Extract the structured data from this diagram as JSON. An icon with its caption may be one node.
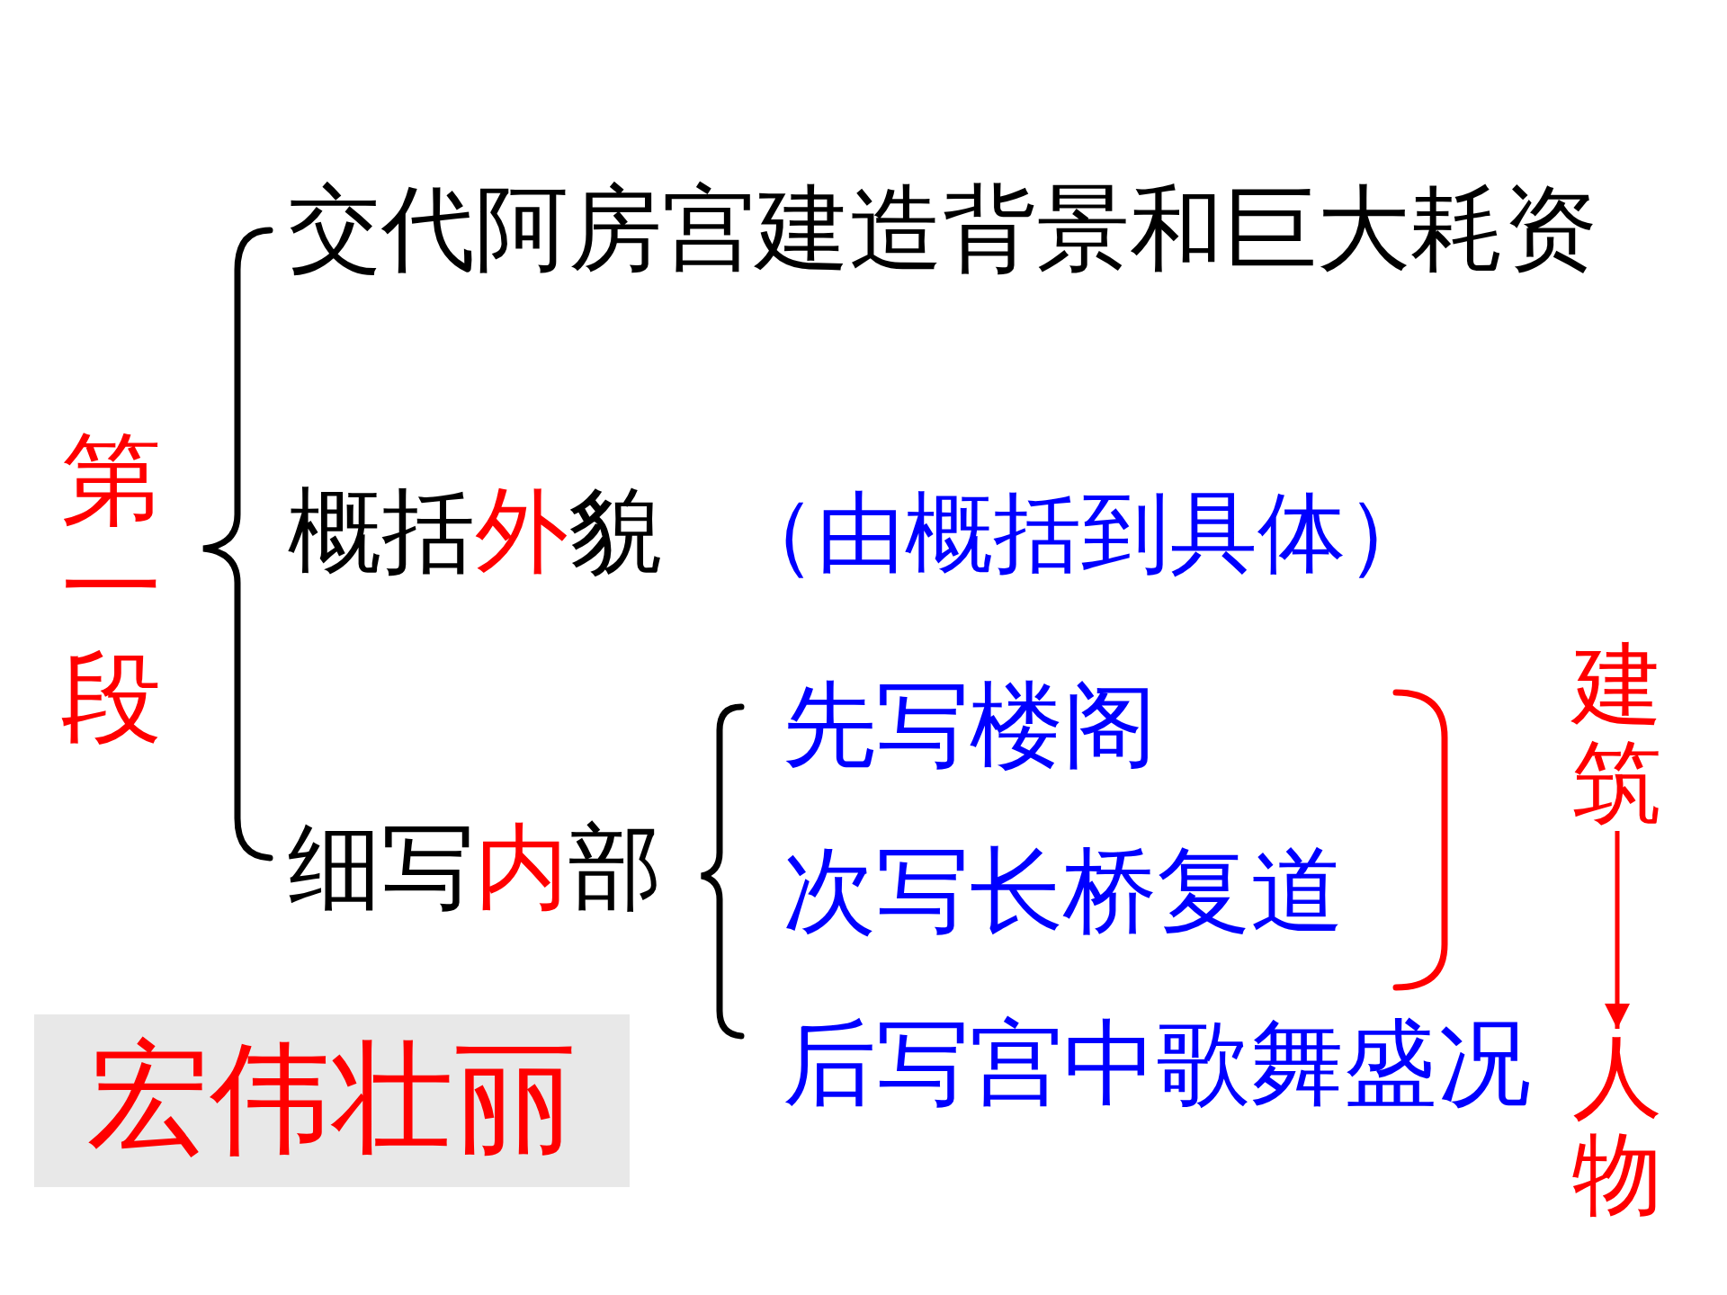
{
  "diagram": {
    "nodes": [
      {
        "text": [
          "建筑"
        ]
      },
      {
        "text": [
          "宏伟壮丽"
        ]
      },
      {
        "text": [
          "人物"
        ]
      }
    ],
    "edges": [
      {
        "from": 0,
        "to": 2,
        "arrow": "to"
      }
    ],
    "labels": [
      "交代阿房宫建造背景和巨大耗资",
      "第一段",
      "概括外貌",
      "（由概括到具体）",
      "先写楼阁",
      "细写内部",
      "次写长桥复道",
      "后写宫中歌舞盛况"
    ]
  }
}
